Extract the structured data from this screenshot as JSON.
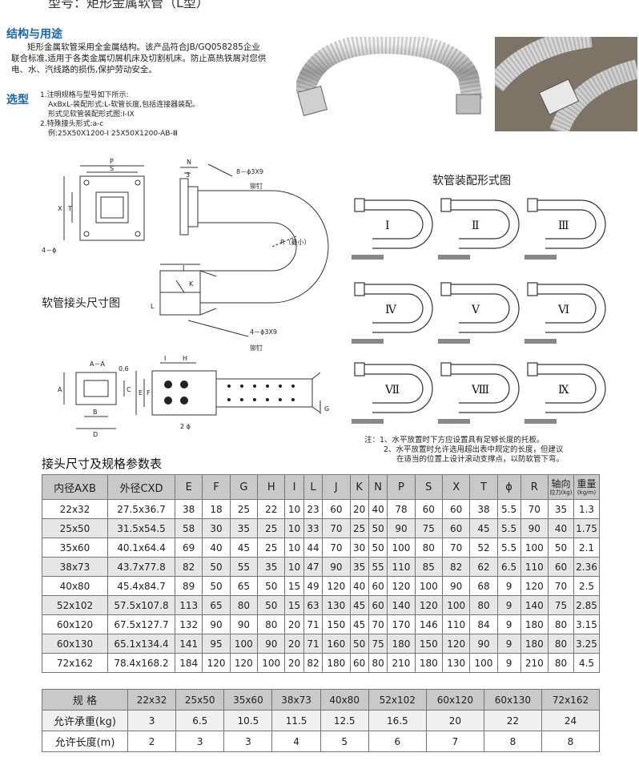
{
  "top_banner": "型号：矩形金属软管（L型）",
  "section1": {
    "title": "结构与用途",
    "body_lines": [
      "矩形金属软管采用全金属结构。该产品符合JB/GQ058285企业",
      "联合标准,适用于各类金属切屑机床及切割机床。防止高热铁屑对您供",
      "电、水、汽线路的损伤,保护劳动安全。"
    ]
  },
  "section2": {
    "title": "选型",
    "lines": [
      "1.注明规格与型号如下所示:",
      "AxBxL-装配形式:L-软管长度,包括连接器装配。",
      "形式见软管装配形式图:I-IX",
      "2.特殊接头形式:a-c",
      "例:25X50X1200-I  25X50X1200-AB-Ⅲ"
    ]
  },
  "diagram": {
    "joint_caption": "软管接头尺寸图",
    "assembly_caption": "软管装配形式图",
    "labels": {
      "P": "P",
      "S": "S",
      "X": "X",
      "T": "T",
      "N": "N",
      "three": "3",
      "rivet_spec_top": "8－ϕ3X9",
      "rivet_top": "铆钉",
      "four_phi": "4－ϕ",
      "radius": "R（最小）",
      "J": "J",
      "K": "K",
      "L": "L",
      "rivet_spec_bottom": "4－ϕ3X9",
      "rivet_bottom": "铆钉",
      "AA": "A－A",
      "zero6": "0.6",
      "A": "A",
      "C": "C",
      "B": "B",
      "D": "D",
      "I": "I",
      "H": "H",
      "E": "E",
      "F": "F",
      "G": "G",
      "two_phi": "2 ϕ"
    },
    "assembly_forms": [
      "Ⅰ",
      "Ⅱ",
      "Ⅲ",
      "Ⅳ",
      "Ⅴ",
      "Ⅵ",
      "Ⅶ",
      "Ⅷ",
      "Ⅸ"
    ]
  },
  "notes": [
    "注：1、水平放置时下方应设置具有足够长度的托板。",
    "2、水平放置时允许选用超出表中规定的长度，但建议",
    "在适当的位置上设计滚动支撑点，以防软管下弯。"
  ],
  "table": {
    "title": "接头尺寸及规格参数表",
    "headers": [
      "内径AXB",
      "外径CXD",
      "E",
      "F",
      "G",
      "H",
      "I",
      "L",
      "J",
      "K",
      "N",
      "P",
      "S",
      "X",
      "T",
      "ϕ",
      "R"
    ],
    "header_axial": "轴向",
    "header_axial_sub": "拉力(kg)",
    "header_weight": "重量",
    "header_weight_sub": "(kg/m)",
    "rows": [
      [
        "22x32",
        "27.5x36.7",
        "38",
        "18",
        "25",
        "22",
        "10",
        "23",
        "60",
        "20",
        "40",
        "78",
        "60",
        "60",
        "38",
        "5.5",
        "70",
        "35",
        "1.3"
      ],
      [
        "25x50",
        "31.5x54.5",
        "58",
        "30",
        "35",
        "25",
        "10",
        "33",
        "70",
        "25",
        "50",
        "90",
        "75",
        "60",
        "45",
        "5.5",
        "90",
        "40",
        "1.75"
      ],
      [
        "35x60",
        "40.1x64.4",
        "69",
        "40",
        "45",
        "25",
        "10",
        "44",
        "70",
        "30",
        "50",
        "100",
        "80",
        "70",
        "52",
        "5.5",
        "100",
        "50",
        "2.1"
      ],
      [
        "38x73",
        "43.7x77.8",
        "82",
        "50",
        "55",
        "35",
        "10",
        "47",
        "90",
        "35",
        "55",
        "110",
        "85",
        "82",
        "62",
        "6.5",
        "110",
        "60",
        "2.36"
      ],
      [
        "40x80",
        "45.4x84.7",
        "89",
        "50",
        "65",
        "50",
        "15",
        "49",
        "120",
        "40",
        "60",
        "120",
        "100",
        "90",
        "68",
        "9",
        "120",
        "70",
        "2.5"
      ],
      [
        "52x102",
        "57.5x107.8",
        "113",
        "65",
        "80",
        "50",
        "15",
        "63",
        "130",
        "45",
        "60",
        "140",
        "120",
        "100",
        "80",
        "9",
        "140",
        "75",
        "2.85"
      ],
      [
        "60x120",
        "67.5x127.7",
        "132",
        "90",
        "90",
        "80",
        "20",
        "71",
        "150",
        "45",
        "70",
        "170",
        "146",
        "110",
        "84",
        "9",
        "180",
        "80",
        "3.15"
      ],
      [
        "60x130",
        "65.1x134.4",
        "141",
        "95",
        "100",
        "90",
        "20",
        "71",
        "160",
        "50",
        "75",
        "180",
        "150",
        "120",
        "90",
        "9",
        "180",
        "80",
        "3.25"
      ],
      [
        "72x162",
        "78.4x168.2",
        "184",
        "120",
        "120",
        "100",
        "20",
        "82",
        "180",
        "60",
        "80",
        "210",
        "180",
        "130",
        "100",
        "9",
        "210",
        "80",
        "4.5"
      ]
    ]
  },
  "capacity": {
    "spec_label": "规  格",
    "specs": [
      "22x32",
      "25x50",
      "35x60",
      "38x73",
      "40x80",
      "52x102",
      "60x120",
      "60x130",
      "72x162"
    ],
    "load_label": "允许承重(kg)",
    "loads": [
      "3",
      "6.5",
      "10.5",
      "11.5",
      "12.5",
      "16.5",
      "20",
      "22",
      "24"
    ],
    "length_label": "允许长度(m)",
    "lengths": [
      "2",
      "3",
      "3",
      "4",
      "5",
      "6",
      "7",
      "8",
      "8"
    ]
  }
}
